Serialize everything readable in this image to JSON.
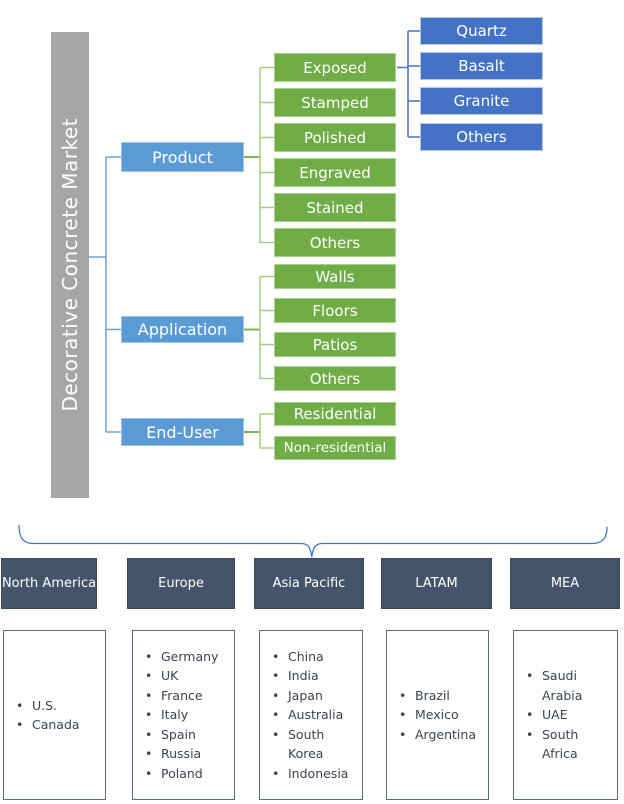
{
  "market": {
    "title": "Decorative Concrete Market"
  },
  "tree": {
    "product": {
      "label": "Product",
      "children": [
        "Exposed",
        "Stamped",
        "Polished",
        "Engraved",
        "Stained",
        "Others"
      ]
    },
    "exposed_types": {
      "parent": "Exposed",
      "children": [
        "Quartz",
        "Basalt",
        "Granite",
        "Others"
      ]
    },
    "application": {
      "label": "Application",
      "children": [
        "Walls",
        "Floors",
        "Patios",
        "Others"
      ]
    },
    "end_user": {
      "label": "End-User",
      "children": [
        "Residential",
        "Non-residential"
      ]
    }
  },
  "regions": [
    {
      "name": "North America",
      "countries": [
        "U.S.",
        "Canada"
      ]
    },
    {
      "name": "Europe",
      "countries": [
        "Germany",
        "UK",
        "France",
        "Italy",
        "Spain",
        "Russia",
        "Poland"
      ]
    },
    {
      "name": "Asia Pacific",
      "countries": [
        "China",
        "India",
        "Japan",
        "Australia",
        "South Korea",
        "Indonesia"
      ]
    },
    {
      "name": "LATAM",
      "countries": [
        "Brazil",
        "Mexico",
        "Argentina"
      ]
    },
    {
      "name": "MEA",
      "countries": [
        "Saudi Arabia",
        "UAE",
        "South Africa"
      ]
    }
  ],
  "colors": {
    "root_bar": "#A6A6A6",
    "branch_blue": "#5B9BD5",
    "segment_green": "#70AD47",
    "sub_blue": "#4472C4",
    "region_header": "#44546A",
    "connector_blue": "#6FA0D6",
    "connector_green_dark": "#70AD47",
    "connector_green_light": "#A3CD86",
    "bracket": "#4472C4"
  }
}
